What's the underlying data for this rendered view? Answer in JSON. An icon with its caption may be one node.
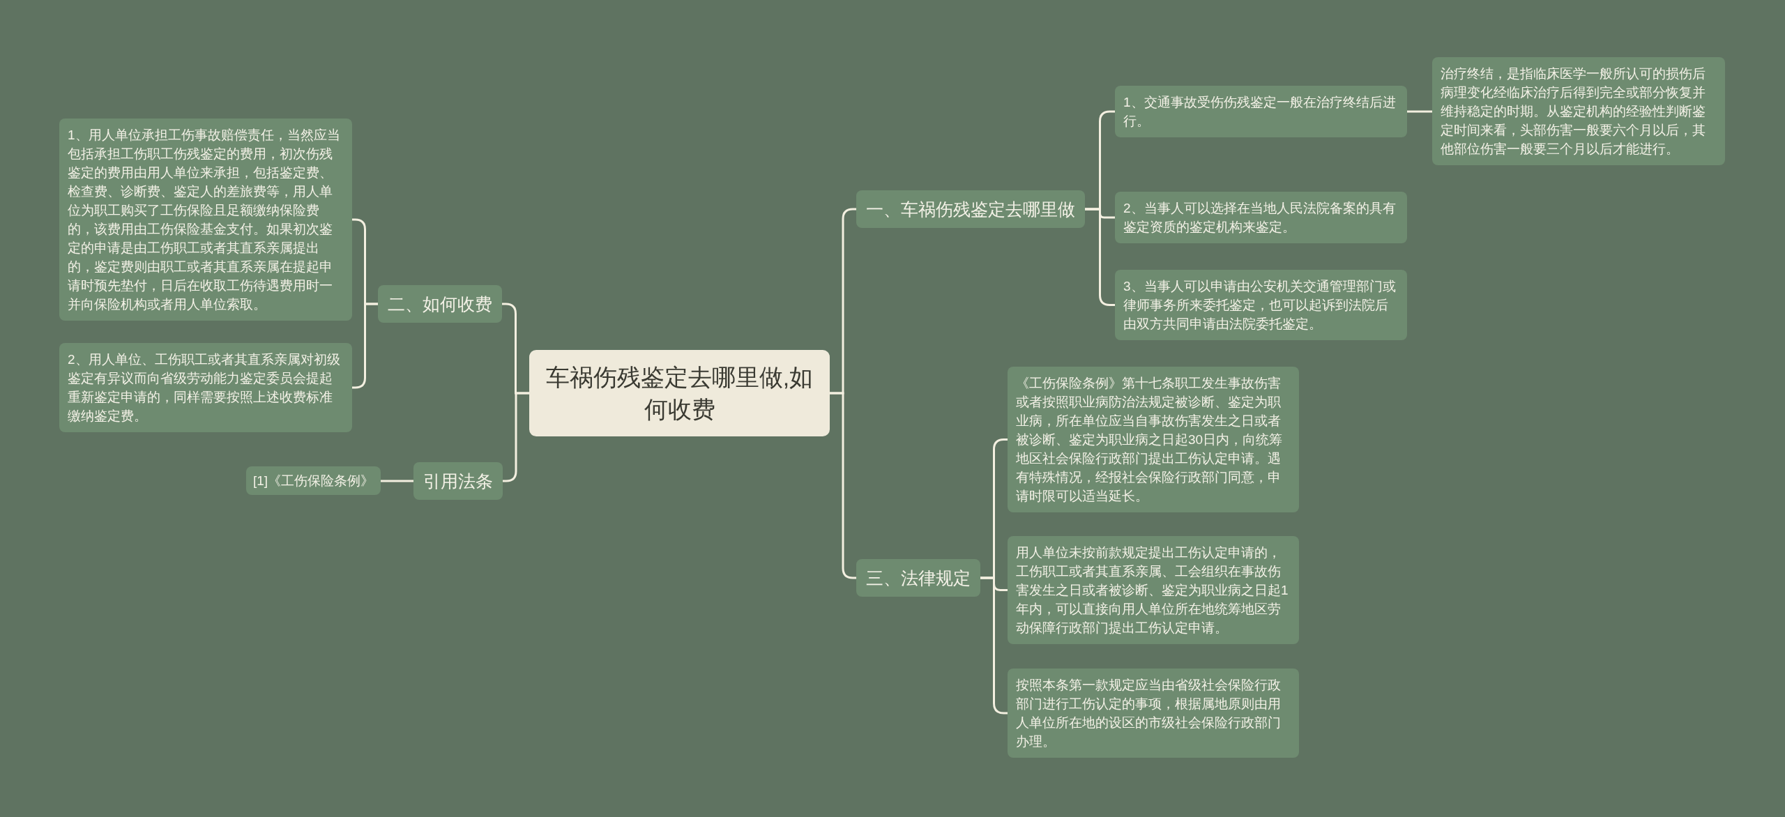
{
  "diagram": {
    "nodes": [
      {
        "text": [
          "车祸伤残鉴定去哪里做,如何收费"
        ]
      },
      {
        "text": [
          "一、车祸伤残鉴定去哪里做"
        ]
      },
      {
        "text": [
          "1、交通事故受伤伤残鉴定一般在治疗终结后进行。"
        ]
      },
      {
        "text": [
          "治疗终结，是指临床医学一般所认可的损伤后病理变化经临床治疗后得到完全或部分恢复并维持稳定的时期。从鉴定机构的经验性判断鉴定时间来看，头部伤害一般要六个月以后，其他部位伤害一般要三个月以后才能进行。"
        ]
      },
      {
        "text": [
          "2、当事人可以选择在当地人民法院备案的具有鉴定资质的鉴定机构来鉴定。"
        ]
      },
      {
        "text": [
          "3、当事人可以申请由公安机关交通管理部门或律师事务所来委托鉴定，也可以起诉到法院后由双方共同申请由法院委托鉴定。"
        ]
      },
      {
        "text": [
          "三、法律规定"
        ]
      },
      {
        "text": [
          "《工伤保险条例》第十七条职工发生事故伤害或者按照职业病防治法规定被诊断、鉴定为职业病，所在单位应当自事故伤害发生之日或者被诊断、鉴定为职业病之日起30日内，向统筹地区社会保险行政部门提出工伤认定申请。遇有特殊情况，经报社会保险行政部门同意，申请时限可以适当延长。"
        ]
      },
      {
        "text": [
          "用人单位未按前款规定提出工伤认定申请的，工伤职工或者其直系亲属、工会组织在事故伤害发生之日或者被诊断、鉴定为职业病之日起1年内，可以直接向用人单位所在地统筹地区劳动保障行政部门提出工伤认定申请。"
        ]
      },
      {
        "text": [
          "按照本条第一款规定应当由省级社会保险行政部门进行工伤认定的事项，根据属地原则由用人单位所在地的设区的市级社会保险行政部门办理。"
        ]
      },
      {
        "text": [
          "二、如何收费"
        ]
      },
      {
        "text": [
          "1、用人单位承担工伤事故赔偿责任，当然应当包括承担工伤职工伤残鉴定的费用，初次伤残鉴定的费用由用人单位来承担，包括鉴定费、检查费、诊断费、鉴定人的差旅费等，用人单位为职工购买了工伤保险且足额缴纳保险费的，该费用由工伤保险基金支付。如果初次鉴定的申请是由工伤职工或者其直系亲属提出的，鉴定费则由职工或者其直系亲属在提起申请时预先垫付，日后在收取工伤待遇费用时一并向保险机构或者用人单位索取。"
        ]
      },
      {
        "text": [
          "2、用人单位、工伤职工或者其直系亲属对初级鉴定有异议而向省级劳动能力鉴定委员会提起重新鉴定申请的，同样需要按照上述收费标准缴纳鉴定费。"
        ]
      },
      {
        "text": [
          "引用法条"
        ]
      },
      {
        "text": [
          "[1]《工伤保险条例》"
        ]
      }
    ],
    "edges": [
      {
        "from": 0,
        "to": 1,
        "arrow": "none"
      },
      {
        "from": 1,
        "to": 2,
        "arrow": "none"
      },
      {
        "from": 2,
        "to": 3,
        "arrow": "none"
      },
      {
        "from": 1,
        "to": 4,
        "arrow": "none"
      },
      {
        "from": 1,
        "to": 5,
        "arrow": "none"
      },
      {
        "from": 0,
        "to": 6,
        "arrow": "none"
      },
      {
        "from": 6,
        "to": 7,
        "arrow": "none"
      },
      {
        "from": 6,
        "to": 8,
        "arrow": "none"
      },
      {
        "from": 6,
        "to": 9,
        "arrow": "none"
      },
      {
        "from": 0,
        "to": 10,
        "arrow": "none"
      },
      {
        "from": 10,
        "to": 11,
        "arrow": "none"
      },
      {
        "from": 10,
        "to": 12,
        "arrow": "none"
      },
      {
        "from": 0,
        "to": 13,
        "arrow": "none"
      },
      {
        "from": 13,
        "to": 14,
        "arrow": "none"
      }
    ]
  }
}
